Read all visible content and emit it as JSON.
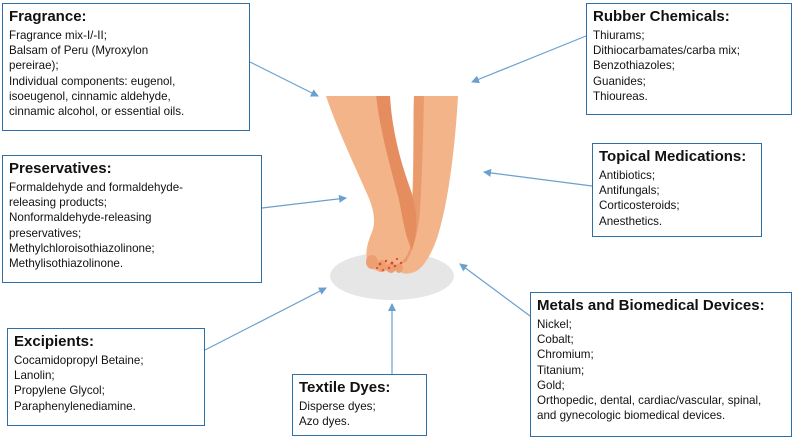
{
  "diagram": {
    "colors": {
      "border": "#2f6fa8",
      "arrow": "#6b9fce",
      "skin": "#f4b48a",
      "skin_shadow": "#e58d5f",
      "rash": "#d94a35",
      "floor": "#e6e6e6"
    },
    "center_image": "feet-with-rash-illustration",
    "boxes": {
      "fragrance": {
        "title": "Fragrance:",
        "items": [
          "Fragrance mix-I/-II;",
          "Balsam of Peru (Myroxylon",
          "pereirae);",
          "Individual components: eugenol,",
          "isoeugenol, cinnamic aldehyde,",
          "cinnamic alcohol, or essential oils."
        ]
      },
      "rubber": {
        "title": "Rubber Chemicals:",
        "items": [
          "Thiurams;",
          "Dithiocarbamates/carba mix;",
          "Benzothiazoles;",
          "Guanides;",
          "Thioureas."
        ]
      },
      "preservatives": {
        "title": "Preservatives:",
        "items": [
          "Formaldehyde and formaldehyde-",
          "releasing products;",
          "Nonformaldehyde-releasing",
          "preservatives;",
          "Methylchloroisothiazolinone;",
          "Methylisothiazolinone."
        ]
      },
      "topical": {
        "title": "Topical Medications:",
        "items": [
          "Antibiotics;",
          "Antifungals;",
          "Corticosteroids;",
          "Anesthetics."
        ]
      },
      "excipients": {
        "title": "Excipients:",
        "items": [
          "Cocamidopropyl Betaine;",
          "Lanolin;",
          "Propylene Glycol;",
          "Paraphenylenediamine."
        ]
      },
      "textile": {
        "title": "Textile Dyes:",
        "items": [
          "Disperse dyes;",
          "Azo dyes."
        ]
      },
      "metals": {
        "title": "Metals and Biomedical Devices:",
        "items": [
          "Nickel;",
          "Cobalt;",
          "Chromium;",
          "Titanium;",
          "Gold;",
          "Orthopedic, dental, cardiac/vascular, spinal,",
          "and gynecologic biomedical devices."
        ]
      }
    }
  }
}
